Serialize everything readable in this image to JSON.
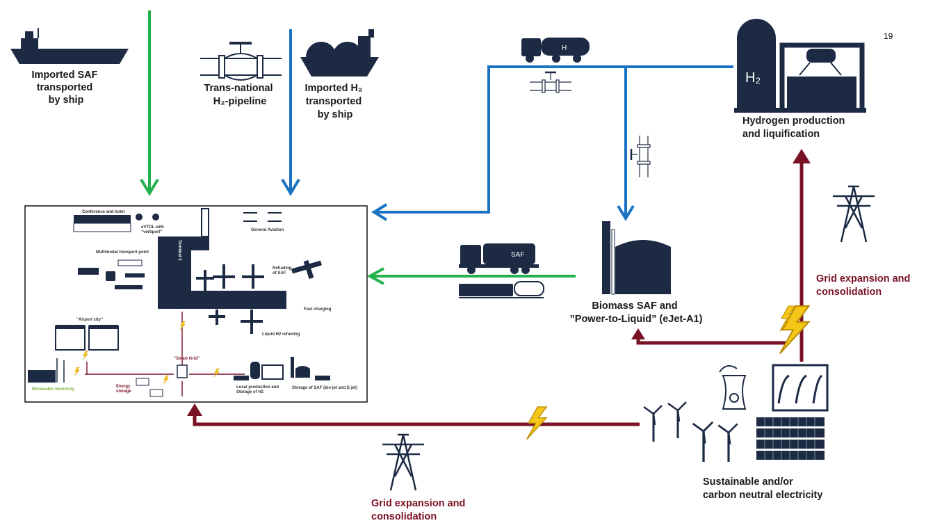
{
  "page_number": "19",
  "colors": {
    "saf_flow": "#22b14c",
    "h2_flow": "#1a73c2",
    "electricity_flow": "#7a1225",
    "icon_ink": "#1c2a44",
    "lightning": "#f5c518"
  },
  "sources": {
    "saf_ship": [
      "Imported SAF",
      "transported",
      "by ship"
    ],
    "h2_pipeline": [
      "Trans-national",
      "H₂-pipeline"
    ],
    "h2_ship": [
      "Imported H₂",
      "transported",
      "by ship"
    ],
    "hydrogen_production": [
      "Hydrogen production",
      "and liquification"
    ],
    "biomass_saf": [
      "Biomass SAF and",
      "”Power-to-Liquid” (eJet-A1)"
    ],
    "grid_right": [
      "Grid expansion and",
      "consolidation"
    ],
    "grid_bottom": [
      "Grid expansion and",
      "consolidation"
    ],
    "electricity": [
      "Sustainable and/or",
      "carbon neutral electricity"
    ]
  },
  "icons": {
    "truck_h2": "H",
    "truck_saf": "SAF",
    "tank_h2": "H₂"
  },
  "airport": {
    "conference": "Conference and hotel",
    "evtol": [
      "eVTOL with",
      "“vertiport”"
    ],
    "general_aviation": "General Aviation",
    "multimodal": "Multimodal transport point",
    "terminal": "Terminal 2",
    "refueling_saf": [
      "Refueling",
      "of SAF"
    ],
    "fast_charging": "Fast charging",
    "liquid_h2": "Liquid H2 refueling",
    "airport_city": "“Airport city”",
    "smart_grid": "“Smart Grid”",
    "renewable": "Renewable electricity",
    "energy_storage": [
      "Energy",
      "storage"
    ],
    "local_h2": [
      "Local production and",
      "Storage of H2"
    ],
    "saf_storage": "Storage of SAF (bio-jet and E-jet)"
  }
}
